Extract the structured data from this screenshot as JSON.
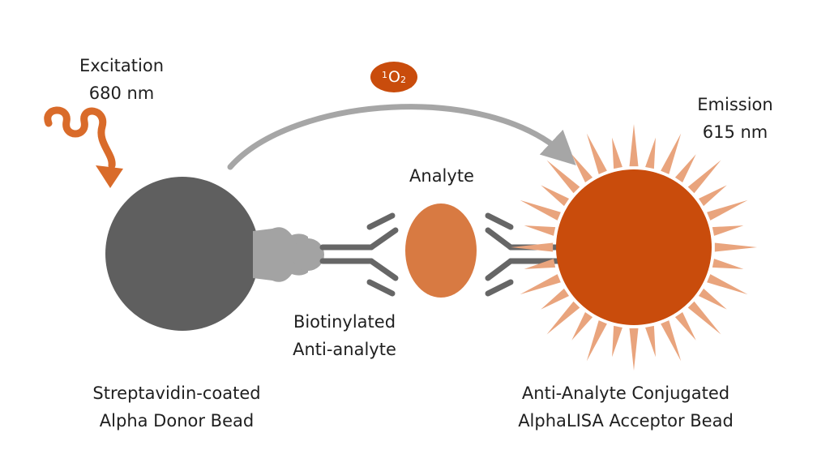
{
  "excitation": {
    "line1": "Excitation",
    "line2": "680 nm"
  },
  "emission": {
    "line1": "Emission",
    "line2": "615 nm"
  },
  "singlet_oxygen": {
    "superscript": "1",
    "symbol": "O",
    "subscript": "2"
  },
  "analyte_label": "Analyte",
  "antibody_label": {
    "line1": "Biotinylated",
    "line2": "Anti-analyte"
  },
  "donor_bead_label": {
    "line1": "Streptavidin-coated",
    "line2": "Alpha Donor Bead"
  },
  "acceptor_bead_label": {
    "line1": "Anti-Analyte Conjugated",
    "line2": "AlphaLISA Acceptor Bead"
  },
  "colors": {
    "donor_bead": "#5f5f5f",
    "streptavidin": "#a3a3a3",
    "antibody": "#666666",
    "analyte": "#d87a42",
    "acceptor_bead": "#c94c0c",
    "emission_rays": "#e9a47d",
    "excitation_wave": "#d96b2a",
    "transfer_arrow": "#a6a6a6"
  }
}
